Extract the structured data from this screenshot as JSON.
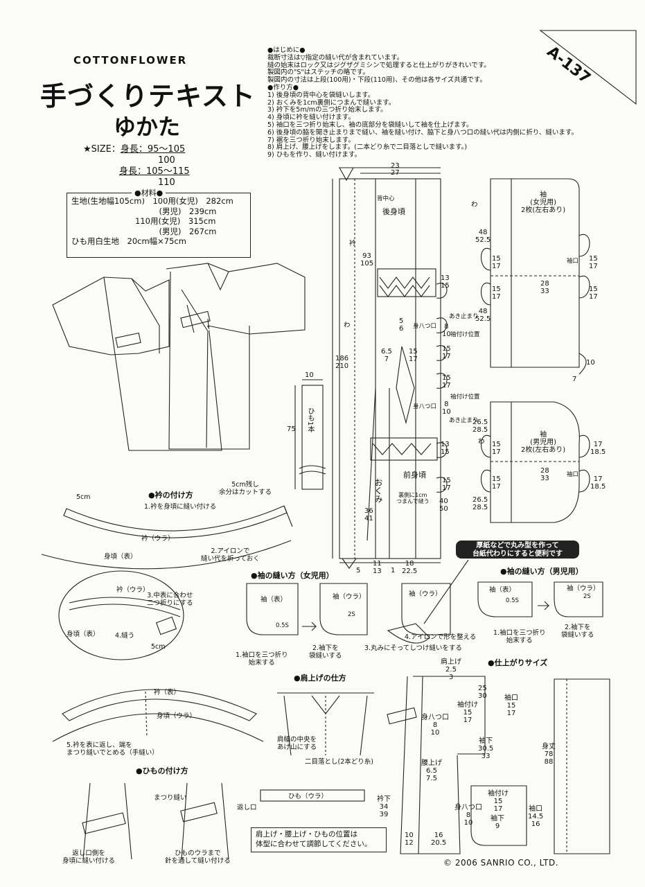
{
  "header": {
    "brand": "COTTONFLOWER",
    "title": "手づくりテキスト",
    "subtitle": "ゆかた",
    "code": "A-137"
  },
  "size": {
    "label": "★SIZE：",
    "line1": "身長：95〜105",
    "val1": "100",
    "line2": "身長：105〜115",
    "val2": "110"
  },
  "materials": {
    "heading": "●材料●",
    "rows": [
      "生地(生地幅105cm)　100用(女児)　282cm",
      "　　　　　　　　　　　(男児)　239cm",
      "　　　　　　　　110用(女児)　315cm",
      "　　　　　　　　　　　(男児)　267cm",
      "ひも用白生地　20cm幅×75cm"
    ]
  },
  "instructions": {
    "text": "●はじめに●\n裁断寸法は▽指定の縫い代が含まれています。\n縫の始末はロック又はジグザグミシンで処理すると仕上がりがきれいです。\n製図内の\"S\"はステッチの略です。\n製図内の寸法は上段(100用)・下段(110用)、その他は各サイズ共通です。\n●作り方●\n1) 後身頃の背中心を袋縫いします。\n2) おくみを1cm裏側につまんで縫います。\n3) 衿下を5m/mの三つ折り始末します。\n4) 身頃に衿を縫い付けます。\n5) 袖口を三つ折り始末し、袖の底部分を袋縫いして袖を仕上げます。\n6) 後身頃の脇を開き止まりまで縫い、袖を縫い付け、脇下と身八つ口の縫い代は内側に折り、縫います。\n7) 裾を三つ折り始末します。\n8) 肩上げ、腰上げをします。(二本どり糸で二目落としで縫います。)\n9) ひもを作り、縫い付けます。"
  },
  "labels": {
    "back_body": "後身頃",
    "center_back": "背中心",
    "front_body": "前身頃",
    "okumi": "おくみ",
    "eri": "衿",
    "okumi_note": "裏側に1cm\nつまんで縫う",
    "himo": "ひも1本",
    "sleeve_girl": "袖\n(女児用)\n2枚(左右あり)",
    "sleeve_boy": "袖\n(男児用)\n2枚(左右あり)",
    "sodeguchi": "袖口",
    "akidomari": "あき止まり",
    "miyatsuguchi": "身八つ口",
    "sodetsuke": "袖付け位置",
    "wa": "わ",
    "tip": "厚紙などで丸み型を作って\n台紙代わりにすると便利です"
  },
  "dims": {
    "top_23": "23",
    "top_27": "27",
    "h_93": "93\n105",
    "h_186": "186\n210",
    "b_5": "5",
    "b_11": "11\n13",
    "b_1": "1",
    "b_18": "18\n22.5",
    "s_48a": "48\n52.5",
    "s_48b": "48\n52.5",
    "s_15a": "15\n17",
    "s_28a": "28\n33",
    "s_10": "10",
    "s_7": "7",
    "s_26a": "26.5\n28.5",
    "s_17a": "17\n18.5",
    "m_5_6": "5\n6",
    "m_8_10": "8\n10",
    "m_13_15": "13\n15",
    "m_65": "6.5\n7",
    "m_15_17": "15\n17",
    "m_36": "36\n41",
    "m_40": "40\n50",
    "himo_10": "10",
    "himo_75": "75"
  },
  "sections": {
    "eri": "●衿の付け方",
    "sode_girl": "●袖の縫い方（女児用）",
    "sode_boy": "●袖の縫い方（男児用）",
    "kataage": "●肩上げの仕方",
    "himo": "●ひもの付け方",
    "finish": "●仕上がりサイズ"
  },
  "steps": {
    "eri_1": "1.衿を身頃に縫い付ける",
    "eri_cut": "5cm残し\n余分はカットする",
    "eri_2": "2.アイロンで\n縫い代を折っておく",
    "eri_3": "3.中表に合わせ\n二つ折りにする",
    "eri_4": "4.縫う",
    "eri_5": "5.衿を表に返し、端を\nまつり縫いでとめる（手縫い）",
    "eri_5cm": "5cm",
    "eri_5cm_b": "5cm",
    "eri_ura": "衿（ウラ）",
    "eri_omote": "衿（表）",
    "body_omote": "身頃（表）",
    "body_ura": "身頃（ウラ）",
    "sg_omote": "袖（表）",
    "sg_ura": "袖（ウラ）",
    "sg_1": "1.袖口を三つ折り\n始末する",
    "sg_2": "2.袖下を\n袋縫いする",
    "sg_3": "3.丸みにそってしつけ縫いをする",
    "sg_4": "4.アイロンで形を整える",
    "sb_1": "1.袖口を三つ折り\n始末する",
    "sb_2": "2.袖下を\n袋縫いする",
    "s_05": "0.5S",
    "s_2s": "2S",
    "kata_1": "肩幅の中央を\nあげ山にする",
    "kata_2": "二目落とし(2本どり糸)",
    "himo_hiki": "ひも（ウラ）",
    "himo_kaeshi": "返し口",
    "himo_matsuri": "まつり縫い",
    "himo_1": "返し口側を\n身頃に縫い付ける",
    "himo_2": "ひものウラまで\n針を通して縫い付ける"
  },
  "finish": {
    "kataage": "肩上げ\n2.5\n3",
    "k1": "25\n30",
    "k2": "袖口\n15\n17",
    "k3": "袖付け\n15\n17",
    "k4": "身八つ口\n8\n10",
    "k5": "袖下\n30.5\n33",
    "k6": "腰上げ\n6.5\n7.5",
    "k7": "衿下\n34\n39",
    "k8": "10\n12",
    "k9": "16\n20.5",
    "k10": "身丈\n78\n88",
    "k11": "身八つ口\n8\n10",
    "k12": "袖付け\n15\n17",
    "k13": "袖下\n9",
    "k14": "袖口\n14.5\n16"
  },
  "note": "肩上げ・腰上げ・ひもの位置は\n体型に合わせて調節してください。",
  "copyright": "© 2006  SANRIO  CO., LTD."
}
